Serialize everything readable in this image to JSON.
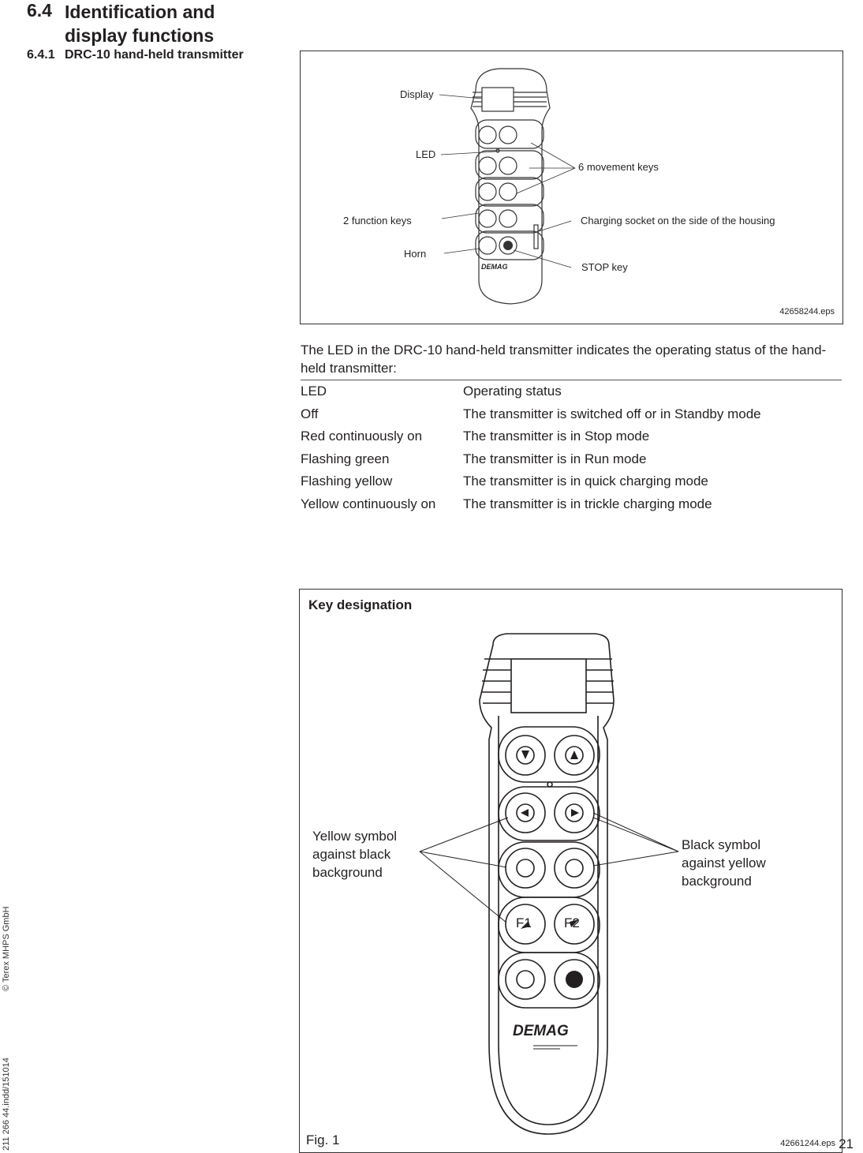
{
  "section": {
    "number": "6.4",
    "title": "Identification and display functions"
  },
  "subsection": {
    "number": "6.4.1",
    "title": "DRC-10 hand-held transmitter"
  },
  "figure_top": {
    "labels": {
      "display": "Display",
      "led": "LED",
      "movement_keys": "6 movement keys",
      "function_keys": "2 function keys",
      "charging_socket": "Charging socket on the side of the housing",
      "horn": "Horn",
      "stop_key": "STOP key"
    },
    "file": "42658244.eps"
  },
  "intro": "The LED in the DRC-10 hand-held transmitter indicates the operating status of the hand-held transmitter:",
  "led_table": {
    "headers": [
      "LED",
      "Operating status"
    ],
    "rows": [
      [
        "Off",
        "The transmitter is switched off or in Standby mode"
      ],
      [
        "Red continuously on",
        "The transmitter is in Stop mode"
      ],
      [
        "Flashing green",
        "The transmitter is in Run mode"
      ],
      [
        "Flashing yellow",
        "The transmitter is in quick charging mode"
      ],
      [
        "Yellow continuously on",
        "The transmitter is in trickle charging mode"
      ]
    ]
  },
  "figure_bottom": {
    "title": "Key designation",
    "yellow_label": "Yellow symbol against black background",
    "black_label": "Black symbol against yellow background",
    "f1": "F1",
    "f2": "F2",
    "fig_caption": "Fig. 1",
    "file": "42661244.eps"
  },
  "brand": "DEMAG",
  "side_text": {
    "doc_ref": "211 266 44.indd/151014",
    "copyright": "© Terex MHPS GmbH"
  },
  "page_number": "21"
}
